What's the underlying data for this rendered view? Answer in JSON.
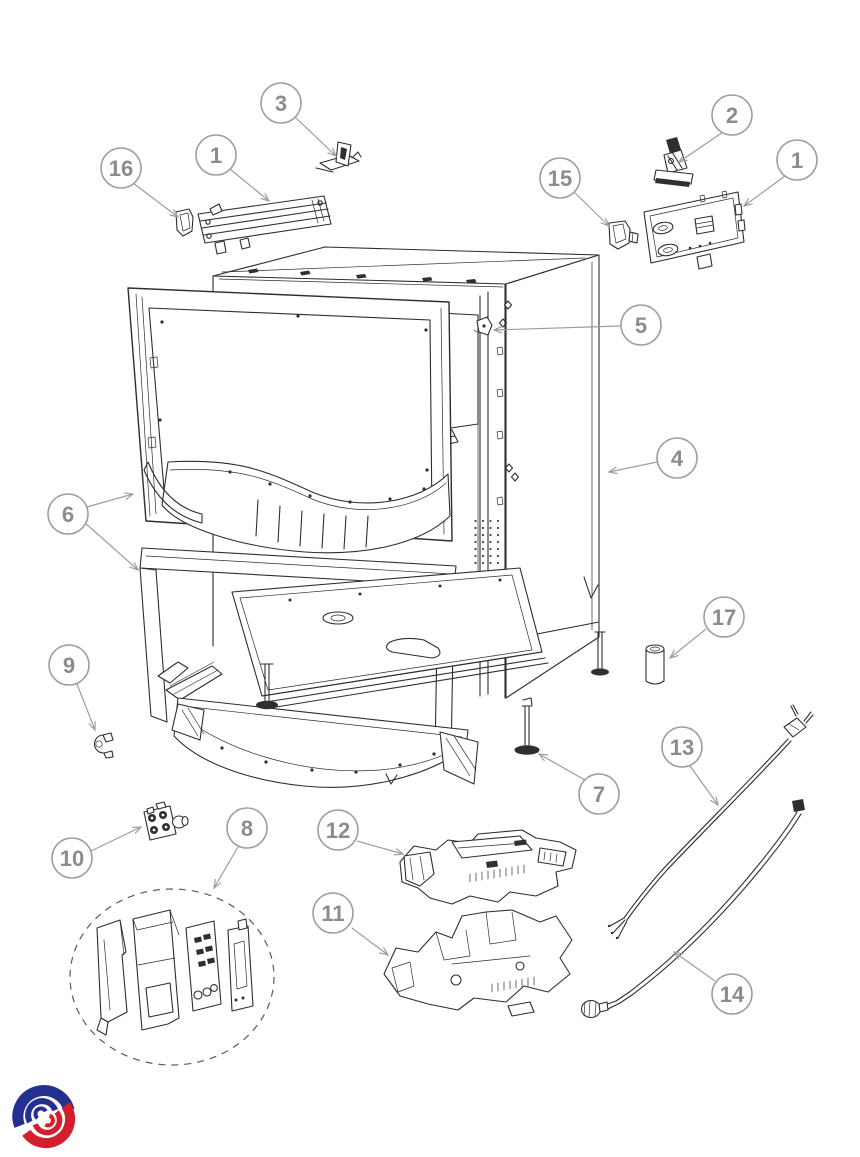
{
  "diagram": {
    "kind": "exploded-parts-diagram",
    "subject": "appliance-chassis-exploded-view",
    "callouts": [
      {
        "label": "3"
      },
      {
        "label": "16"
      },
      {
        "label": "1"
      },
      {
        "label": "2"
      },
      {
        "label": "15"
      },
      {
        "label": "1"
      },
      {
        "label": "5"
      },
      {
        "label": "4"
      },
      {
        "label": "6"
      },
      {
        "label": "17"
      },
      {
        "label": "9"
      },
      {
        "label": "13"
      },
      {
        "label": "7"
      },
      {
        "label": "10"
      },
      {
        "label": "8"
      },
      {
        "label": "12"
      },
      {
        "label": "11"
      },
      {
        "label": "14"
      }
    ],
    "colors": {
      "background": "#ffffff",
      "line": "#2e2e2e",
      "callout_stroke": "#9d9d9d",
      "callout_text": "#8c8c8c",
      "leader": "#9d9d9d"
    }
  },
  "logo": {
    "icon": "swirl-logo",
    "blue": "#24308f",
    "red": "#d31f2b"
  }
}
